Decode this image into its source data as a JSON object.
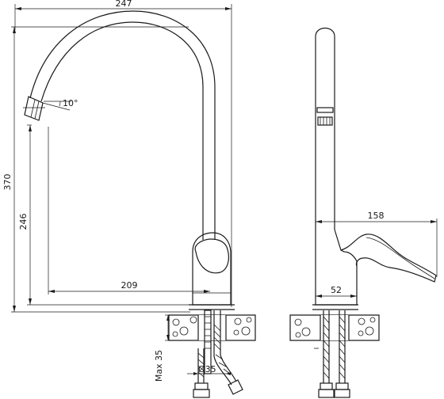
{
  "dimensions": {
    "total_reach": "247",
    "spout_angle": "10°",
    "total_height": "370",
    "spout_height": "246",
    "spout_reach": "209",
    "side_depth": "158",
    "base_width": "52",
    "max_thickness": "Max 35",
    "hole_diameter": "Ø35"
  }
}
